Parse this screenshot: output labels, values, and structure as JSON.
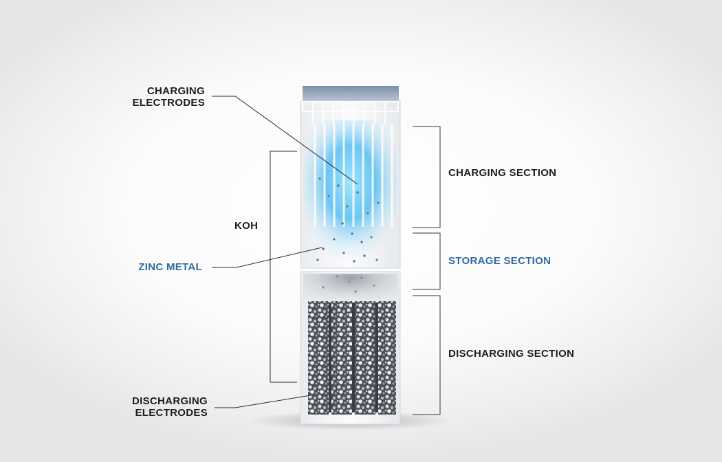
{
  "labels": {
    "charging_electrodes": [
      "CHARGING",
      "ELECTRODES"
    ],
    "koh": "KOH",
    "zinc_metal": "ZINC METAL",
    "discharging_electrodes": [
      "DISCHARGING",
      "ELECTRODES"
    ],
    "charging_section": "CHARGING SECTION",
    "storage_section": "STORAGE SECTION",
    "discharging_section": "DISCHARGING SECTION"
  },
  "colors": {
    "text": "#1d1d1d",
    "accent": "#2f6aa2",
    "glow": "#3fb6f0",
    "bracket": "#333333"
  }
}
